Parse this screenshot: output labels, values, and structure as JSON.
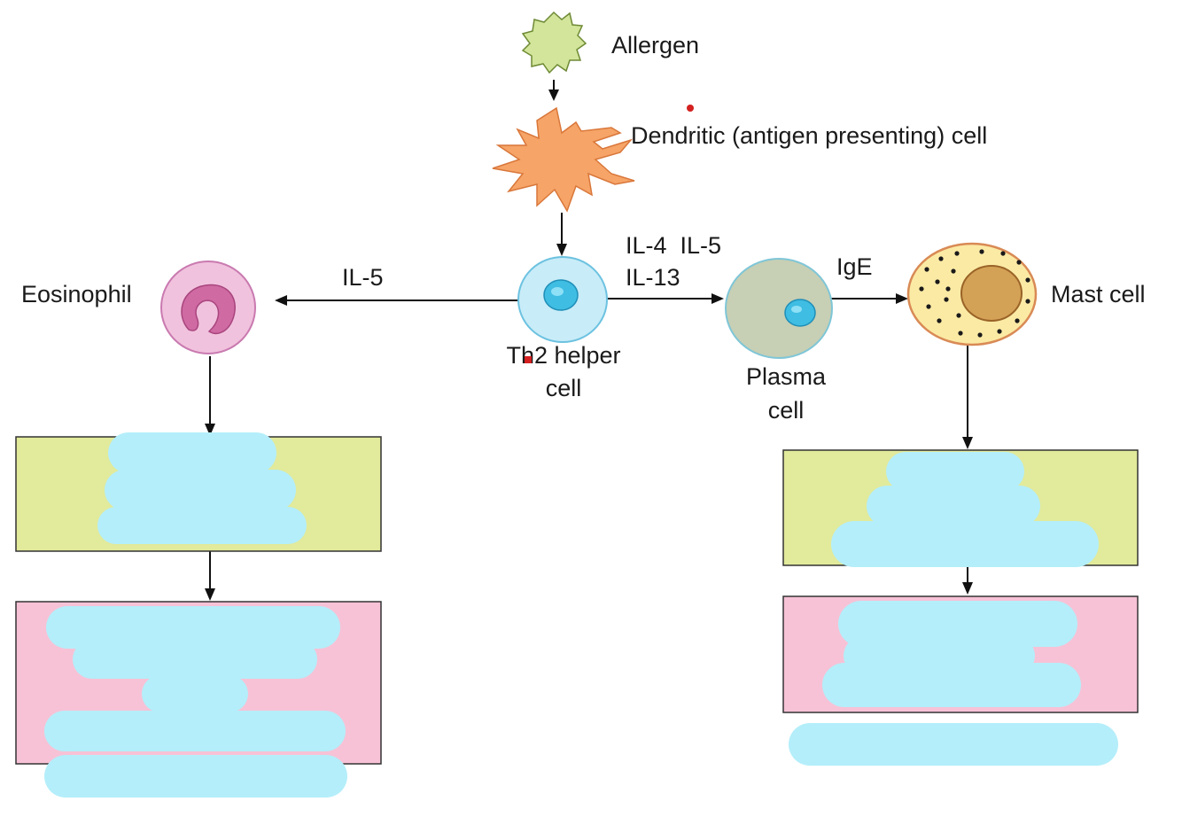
{
  "colors": {
    "allergen": "#d2e59a",
    "dendritic": "#f6a468",
    "th2": "#c8ecf8",
    "th2_nucleus": "#3fbde3",
    "plasma": "#c7cfb4",
    "plasma_nucleus": "#3fbde3",
    "mast": "#fbeaa4",
    "mast_nucleus": "#d4a256",
    "eosinophil": "#f1c2dd",
    "eosinophil_nucleus": "#d06aa3",
    "box_green": "#e2ea9b",
    "box_pink": "#f7c2d6",
    "redaction": "#b4eefa",
    "marker": "#d42020"
  },
  "nodes": {
    "allergen": {
      "label": "Allergen",
      "icon": "allergen-particle-icon"
    },
    "dendritic": {
      "label": "Dendritic (antigen presenting) cell",
      "icon": "dendritic-cell-icon"
    },
    "th2": {
      "label_line1": "Th2 helper",
      "label_line2": "cell",
      "icon": "th2-helper-cell-icon"
    },
    "eosinophil": {
      "label": "Eosinophil",
      "icon": "eosinophil-icon"
    },
    "plasma": {
      "label_line1": "Plasma",
      "label_line2": "cell",
      "icon": "plasma-cell-icon"
    },
    "mast": {
      "label": "Mast cell",
      "icon": "mast-cell-icon"
    }
  },
  "edges": {
    "th2_to_eosinophil": {
      "label": "IL-5"
    },
    "th2_to_plasma": {
      "label_line1": "IL-4  IL-5",
      "label_line2": "IL-13"
    },
    "plasma_to_mast": {
      "label": "IgE"
    }
  }
}
